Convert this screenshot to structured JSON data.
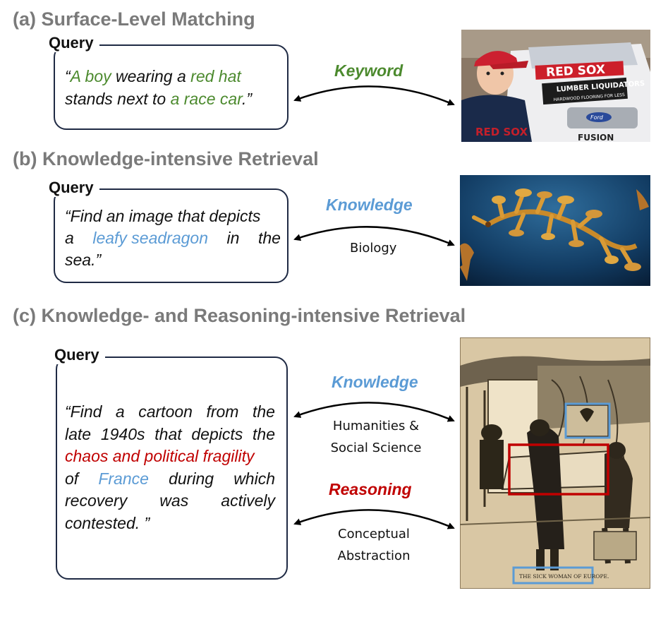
{
  "sections": {
    "a": {
      "title": "(a) Surface-Level Matching",
      "query_label": "Query",
      "query_line1": [
        "“",
        "A boy",
        " wearing a ",
        "red hat"
      ],
      "query_line2": [
        "stands next to ",
        "a race car",
        ".”"
      ],
      "relation_label": "Keyword",
      "image": {
        "alt": "boy in red cap next to race car",
        "sign_top": "RED SOX",
        "sign_mid": "LUMBER LIQUIDATORS",
        "sign_small": "HARDWOOD FLOORING FOR LESS",
        "brand": "Ford",
        "plate": "FUSION",
        "shirt": "RED SOX"
      }
    },
    "b": {
      "title": "(b) Knowledge-intensive Retrieval",
      "query_label": "Query",
      "query_line1": "“Find an image that depicts",
      "query_line2_words": [
        "a",
        "leafy seadragon",
        "in",
        "the"
      ],
      "query_line3": "sea.”",
      "relation_label": "Knowledge",
      "relation_sub": "Biology",
      "image": {
        "alt": "leafy seadragon underwater"
      }
    },
    "c": {
      "title": "(c) Knowledge- and Reasoning-intensive Retrieval",
      "query_label": "Query",
      "lines": [
        {
          "words": [
            "“Find",
            "a",
            "cartoon",
            "from",
            "the"
          ],
          "justify": true
        },
        {
          "words": [
            "late",
            "1940s",
            "that",
            "depicts",
            "the"
          ],
          "justify": true
        },
        {
          "text": "chaos and political fragility",
          "color": "red"
        },
        {
          "words": [
            "of",
            "France",
            "during",
            "which"
          ],
          "justify": true,
          "blue_index": 1
        },
        {
          "words": [
            "recovery",
            "was",
            "actively"
          ],
          "justify": true
        },
        {
          "text": "contested. ”"
        }
      ],
      "relation1_label": "Knowledge",
      "relation1_sub": [
        "Humanities &",
        "Social Science"
      ],
      "relation2_label": "Reasoning",
      "relation2_sub": [
        "Conceptual",
        "Abstraction"
      ],
      "image": {
        "alt": "1940s political cartoon",
        "caption": "THE SICK WOMAN OF EUROPE."
      }
    }
  },
  "colors": {
    "keyword": "#4c8a2e",
    "knowledge": "#5b9bd5",
    "reasoning": "#c00000",
    "title_gray": "#7a7a7a",
    "box_border": "#1f2a44"
  }
}
